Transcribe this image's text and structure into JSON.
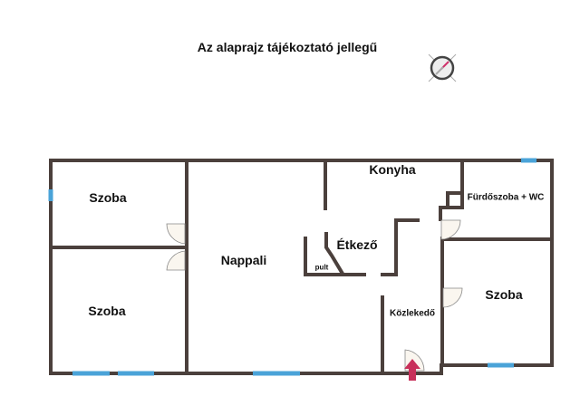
{
  "title": "Az alaprajz tájékoztató jellegű",
  "rooms": {
    "szoba_top_left": "Szoba",
    "szoba_bottom_left": "Szoba",
    "nappali": "Nappali",
    "konyha": "Konyha",
    "etkezo": "Étkező",
    "pult": "pult",
    "furdoszoba": "Fürdőszoba + WC",
    "szoba_right": "Szoba",
    "kozlekedo": "Közlekedő"
  },
  "colors": {
    "wall": "#4b403c",
    "window": "#4aa3d8",
    "entrance_arrow": "#c8305a"
  }
}
